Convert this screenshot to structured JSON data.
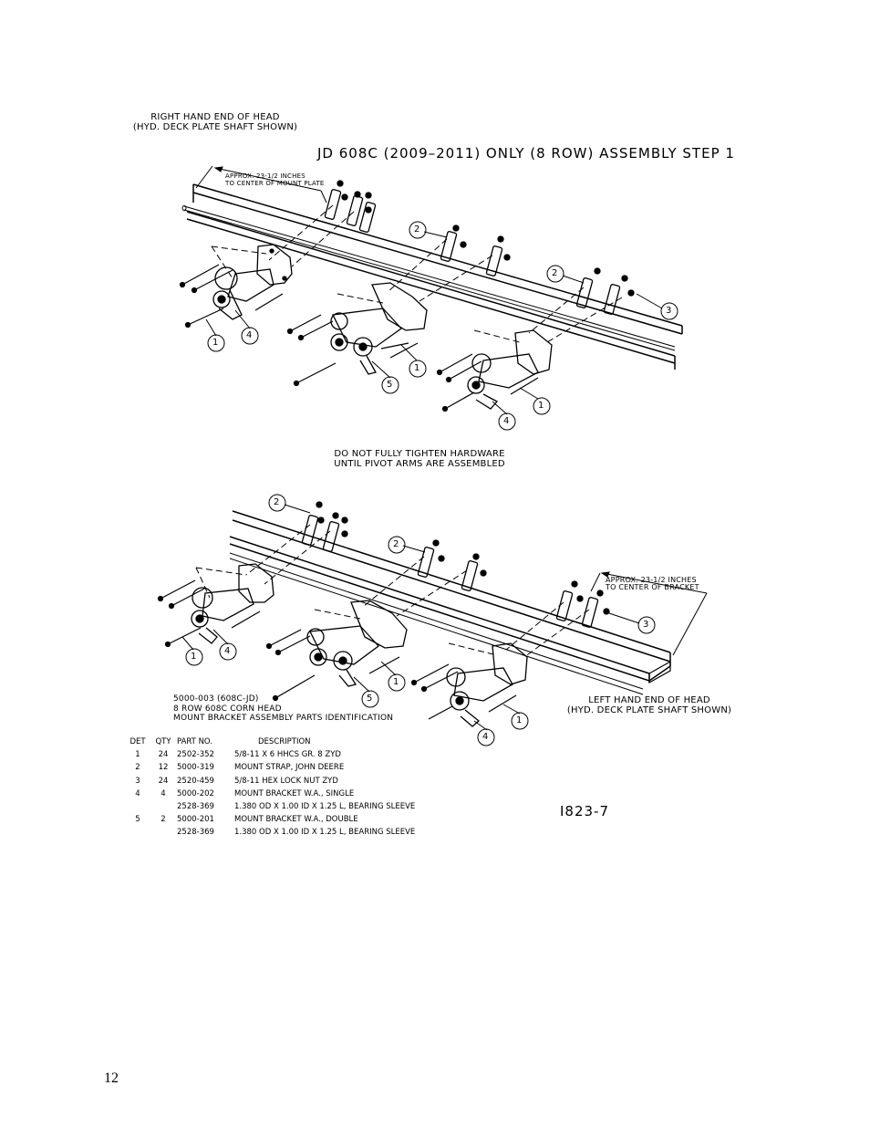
{
  "header": {
    "right_end_line1": "RIGHT HAND END OF HEAD",
    "right_end_line2": "(HYD. DECK PLATE SHAFT SHOWN)",
    "title": "JD 608C (2009–2011) ONLY (8 ROW) ASSEMBLY STEP 1"
  },
  "top_view": {
    "dim_line1": "APPROX. 23-1/2 INCHES",
    "dim_line2": "TO CENTER OF MOUNT PLATE"
  },
  "note": {
    "line1": "DO NOT FULLY TIGHTEN HARDWARE",
    "line2": "UNTIL PIVOT ARMS ARE ASSEMBLED"
  },
  "bottom_view": {
    "dim_line1": "APPROX. 23-1/2 INCHES",
    "dim_line2": "TO CENTER OF BRACKET",
    "left_end_line1": "LEFT HAND END OF HEAD",
    "left_end_line2": "(HYD. DECK PLATE SHAFT SHOWN)",
    "kit_line1": "5000-003 (608C-JD)",
    "kit_line2": "8 ROW 608C CORN HEAD",
    "kit_line3": "MOUNT BRACKET ASSEMBLY PARTS IDENTIFICATION"
  },
  "callouts": [
    "1",
    "2",
    "3",
    "4",
    "5"
  ],
  "bom": {
    "headers": {
      "det": "DET",
      "qty": "QTY",
      "part": "PART NO.",
      "desc": "DESCRIPTION"
    },
    "rows": [
      {
        "det": "1",
        "qty": "24",
        "part": "2502-352",
        "desc": "5/8-11 X 6 HHCS GR. 8 ZYD"
      },
      {
        "det": "2",
        "qty": "12",
        "part": "5000-319",
        "desc": "MOUNT STRAP, JOHN DEERE"
      },
      {
        "det": "3",
        "qty": "24",
        "part": "2520-459",
        "desc": "5/8-11 HEX LOCK NUT ZYD"
      },
      {
        "det": "4",
        "qty": "4",
        "part": "5000-202",
        "desc": "MOUNT BRACKET W.A., SINGLE"
      },
      {
        "det": "",
        "qty": "",
        "part": "2528-369",
        "desc": "1.380 OD X 1.00 ID X 1.25 L, BEARING SLEEVE"
      },
      {
        "det": "5",
        "qty": "2",
        "part": "5000-201",
        "desc": "MOUNT BRACKET W.A., DOUBLE"
      },
      {
        "det": "",
        "qty": "",
        "part": "2528-369",
        "desc": "1.380 OD X 1.00 ID X 1.25 L, BEARING SLEEVE"
      }
    ]
  },
  "drawing_number": "I823-7",
  "page_number": "12"
}
